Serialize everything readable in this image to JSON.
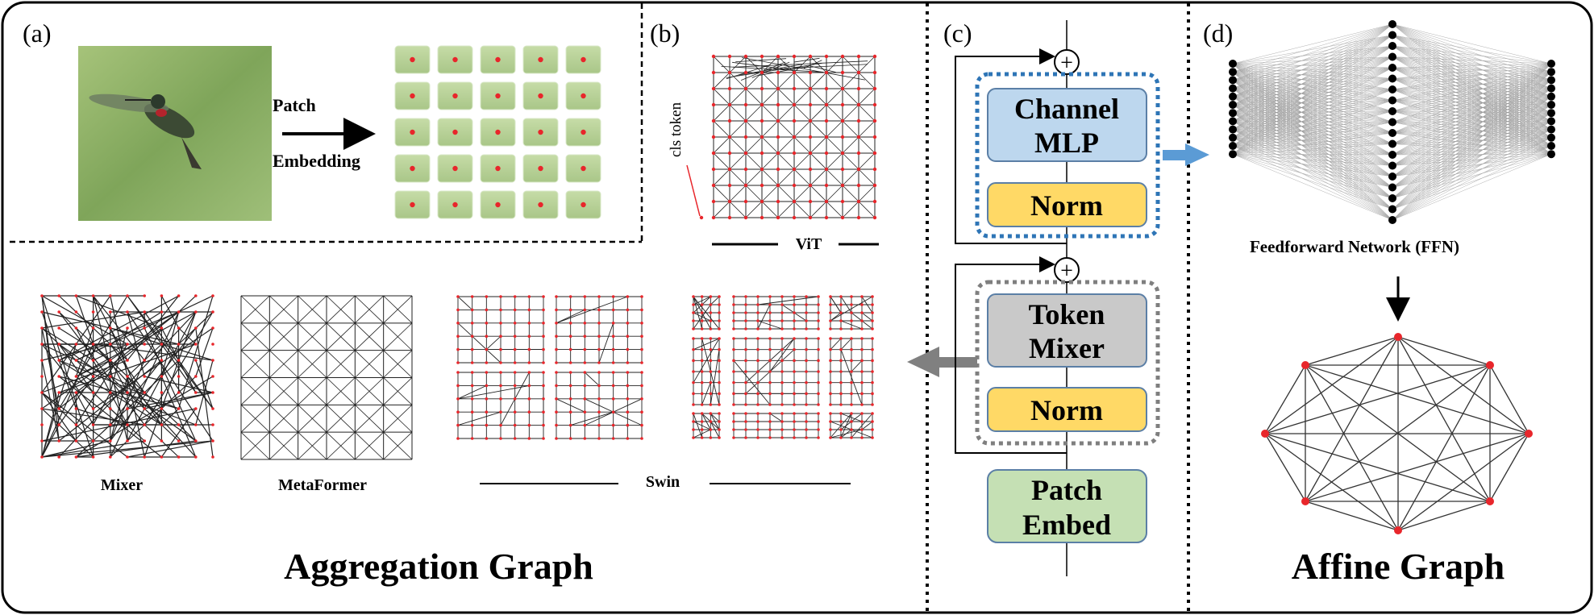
{
  "panels": {
    "a": {
      "label": "(a)",
      "patch_text": "Patch",
      "embedding_text": "Embedding"
    },
    "b": {
      "label": "(b)",
      "cls_token_text": "cls token",
      "vit_label": "ViT"
    },
    "c": {
      "label": "(c)",
      "blocks": {
        "channel_mlp_line1": "Channel",
        "channel_mlp_line2": "MLP",
        "norm_top": "Norm",
        "token_mixer_line1": "Token",
        "token_mixer_line2": "Mixer",
        "norm_bottom": "Norm",
        "patch_embed_line1": "Patch",
        "patch_embed_line2": "Embed"
      },
      "plus_symbol": "+"
    },
    "d": {
      "label": "(d)",
      "ffn_label": "Feedforward Network (FFN)",
      "title": "Affine Graph"
    },
    "aggregation": {
      "mixer_label": "Mixer",
      "metaformer_label": "MetaFormer",
      "swin_label": "Swin",
      "title": "Aggregation Graph"
    }
  },
  "colors": {
    "node_red": "#e8262b",
    "edge_dark": "#222222",
    "mlp_fill": "#bdd7ee",
    "norm_fill": "#ffd966",
    "token_mixer_fill": "#c9c9c9",
    "patch_embed_fill": "#c5e0b4",
    "block_border": "#5b7fa6",
    "blue_dotted": "#2e75b6",
    "gray_dotted": "#7f7f7f",
    "blue_arrow": "#5b9bd5",
    "gray_arrow": "#808080"
  },
  "icons": {
    "hummingbird_photo": "hummingbird-image",
    "patch_grid": "patch-grid-image"
  }
}
